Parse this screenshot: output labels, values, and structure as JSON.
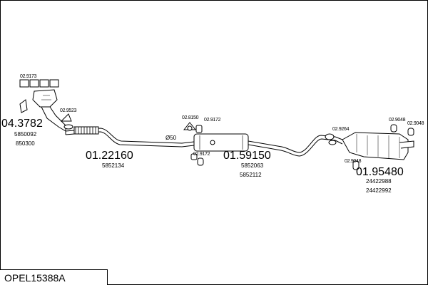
{
  "diagram_title": "OPEL15388A",
  "groups": [
    {
      "part_no": "04.3782",
      "refs": [
        "5850092",
        "850300"
      ]
    },
    {
      "part_no": "01.22160",
      "refs": [
        "5852134"
      ]
    },
    {
      "part_no": "01.59150",
      "refs": [
        "5852063",
        "5852112"
      ]
    },
    {
      "part_no": "01.95480",
      "refs": [
        "24422988",
        "24422992"
      ]
    }
  ],
  "accessories": [
    "02.9173",
    "02.9523",
    "02.8150",
    "02.9172",
    "02.9172",
    "02.9264",
    "02.9048",
    "02.9048",
    "02.9048"
  ],
  "dimension_label": "Ø50"
}
